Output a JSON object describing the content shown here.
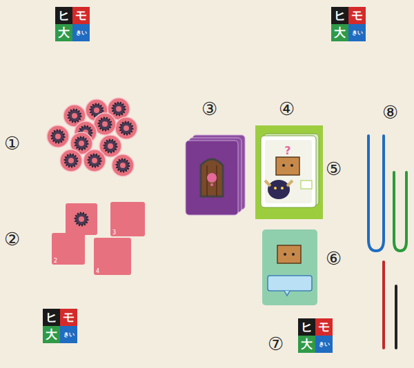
{
  "diagram": {
    "nodes": [
      {
        "text": [
          "ヒ",
          "モ",
          "大",
          "きい"
        ]
      },
      {
        "text": [
          "ヒ",
          "モ",
          "大",
          "きい"
        ]
      },
      {
        "text": [
          "3"
        ]
      },
      {
        "text": [
          "2"
        ]
      },
      {
        "text": [
          "4"
        ]
      },
      {
        "text": [
          "ヒ",
          "モ",
          "大",
          "きい"
        ]
      },
      {
        "text": [
          "ヒ",
          "モ",
          "大",
          "きい"
        ]
      }
    ],
    "labels": [
      "③",
      "④",
      "⑧",
      "①",
      "⑤",
      "②",
      "⑥",
      "⑦"
    ]
  }
}
